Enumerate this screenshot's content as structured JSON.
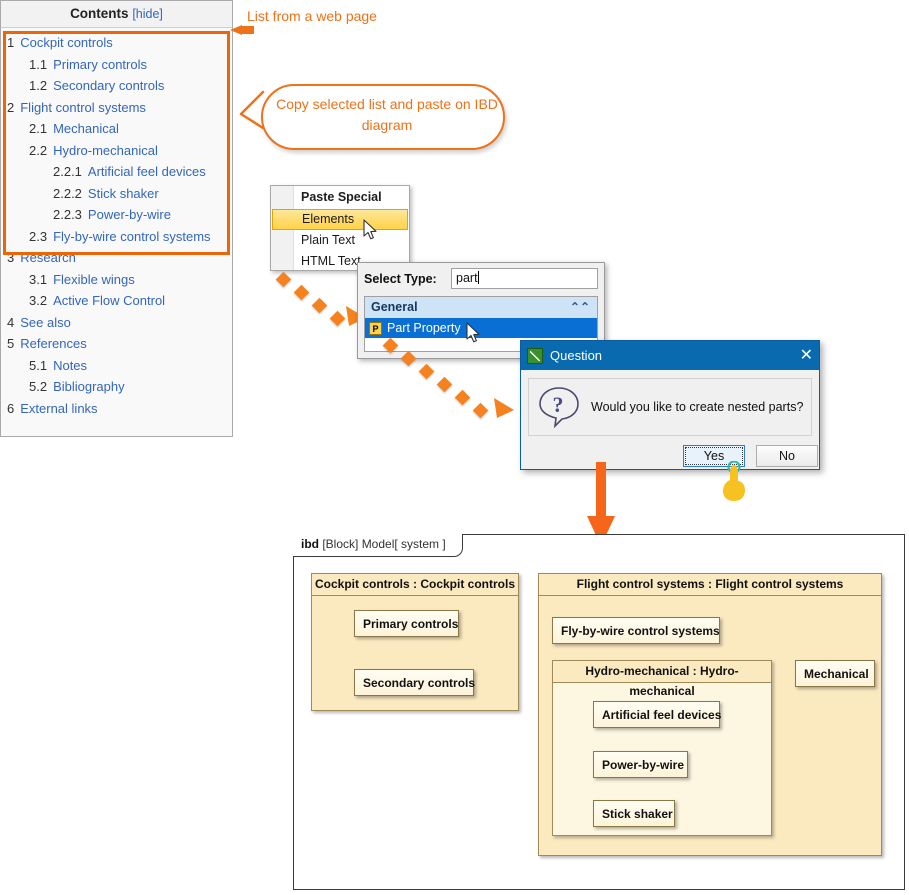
{
  "toc": {
    "title": "Contents",
    "hide_label": "[hide]",
    "items": [
      {
        "num": "1",
        "label": "Cockpit controls",
        "level": 1
      },
      {
        "num": "1.1",
        "label": "Primary controls",
        "level": 2
      },
      {
        "num": "1.2",
        "label": "Secondary controls",
        "level": 2
      },
      {
        "num": "2",
        "label": "Flight control systems",
        "level": 1
      },
      {
        "num": "2.1",
        "label": "Mechanical",
        "level": 2
      },
      {
        "num": "2.2",
        "label": "Hydro-mechanical",
        "level": 2
      },
      {
        "num": "2.2.1",
        "label": "Artificial feel devices",
        "level": 3
      },
      {
        "num": "2.2.2",
        "label": "Stick shaker",
        "level": 3
      },
      {
        "num": "2.2.3",
        "label": "Power-by-wire",
        "level": 3
      },
      {
        "num": "2.3",
        "label": "Fly-by-wire control systems",
        "level": 2
      },
      {
        "num": "3",
        "label": "Research",
        "level": 1
      },
      {
        "num": "3.1",
        "label": "Flexible wings",
        "level": 2
      },
      {
        "num": "3.2",
        "label": "Active Flow Control",
        "level": 2
      },
      {
        "num": "4",
        "label": "See also",
        "level": 1
      },
      {
        "num": "5",
        "label": "References",
        "level": 1
      },
      {
        "num": "5.1",
        "label": "Notes",
        "level": 2
      },
      {
        "num": "5.2",
        "label": "Bibliography",
        "level": 2
      },
      {
        "num": "6",
        "label": "External links",
        "level": 1
      }
    ]
  },
  "annotations": {
    "list_source": "List from a web page",
    "bubble": "Copy selected list and paste on IBD diagram",
    "accent_color": "#ee7219"
  },
  "paste_special": {
    "title": "Paste Special",
    "items": [
      {
        "label": "Elements",
        "selected": true
      },
      {
        "label": "Plain Text",
        "selected": false
      },
      {
        "label": "HTML Text",
        "selected": false
      }
    ]
  },
  "select_type": {
    "label": "Select Type:",
    "input_value": "part",
    "group": "General",
    "collapse_icon": "chevron-up-double",
    "result": "Part Property",
    "result_icon_letter": "P"
  },
  "question": {
    "window_title": "Question",
    "close_label": "✕",
    "message": "Would you like to create nested parts?",
    "yes_label": "Yes",
    "no_label": "No",
    "titlebar_color": "#0a6ab0"
  },
  "ibd": {
    "tab_kind": "ibd",
    "tab_meta": "[Block] Model",
    "tab_scope": "[ system ]",
    "parts": [
      {
        "name": "cockpit-controls",
        "header": "Cockpit controls : Cockpit controls",
        "children": [
          "Primary controls",
          "Secondary controls"
        ]
      },
      {
        "name": "flight-control-systems",
        "header": "Flight control systems : Flight control systems",
        "children": [
          "Fly-by-wire control systems",
          "Mechanical"
        ],
        "nested": {
          "header": "Hydro-mechanical : Hydro-mechanical",
          "children": [
            "Artificial feel devices",
            "Power-by-wire",
            "Stick shaker"
          ]
        }
      }
    ],
    "part_fill": "#fbe9c0",
    "leaf_fill": "#fdf3d8"
  }
}
